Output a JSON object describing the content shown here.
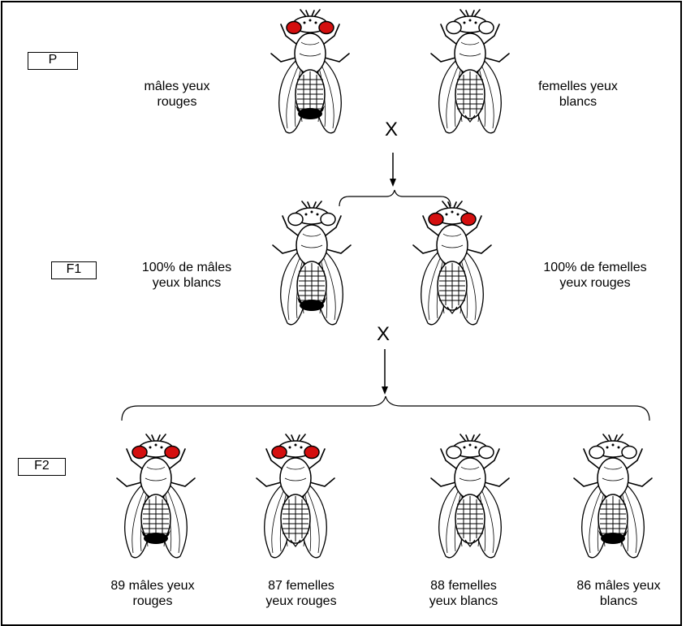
{
  "generations": {
    "p": "P",
    "f1": "F1",
    "f2": "F2"
  },
  "cross_symbol": "X",
  "colors": {
    "red_eye": "#d40f0f",
    "outline": "#000000",
    "background": "#ffffff"
  },
  "p": {
    "male_label": [
      "mâles yeux",
      "rouges"
    ],
    "female_label": [
      "femelles yeux",
      "blancs"
    ]
  },
  "f1": {
    "male_label": [
      "100% de mâles",
      "yeux blancs"
    ],
    "female_label": [
      "100% de femelles",
      "yeux rouges"
    ]
  },
  "f2": {
    "labels": [
      [
        "89 mâles yeux",
        "rouges"
      ],
      [
        "87 femelles",
        "yeux rouges"
      ],
      [
        "88 femelles",
        "yeux blancs"
      ],
      [
        "86 mâles yeux",
        "blancs"
      ]
    ]
  },
  "flies": [
    {
      "id": "p-male",
      "sex": "male",
      "eyes": "red"
    },
    {
      "id": "p-female",
      "sex": "female",
      "eyes": "white"
    },
    {
      "id": "f1-male",
      "sex": "male",
      "eyes": "white"
    },
    {
      "id": "f1-female",
      "sex": "female",
      "eyes": "red"
    },
    {
      "id": "f2-1",
      "sex": "male",
      "eyes": "red"
    },
    {
      "id": "f2-2",
      "sex": "female",
      "eyes": "red"
    },
    {
      "id": "f2-3",
      "sex": "female",
      "eyes": "white"
    },
    {
      "id": "f2-4",
      "sex": "male",
      "eyes": "white"
    }
  ]
}
